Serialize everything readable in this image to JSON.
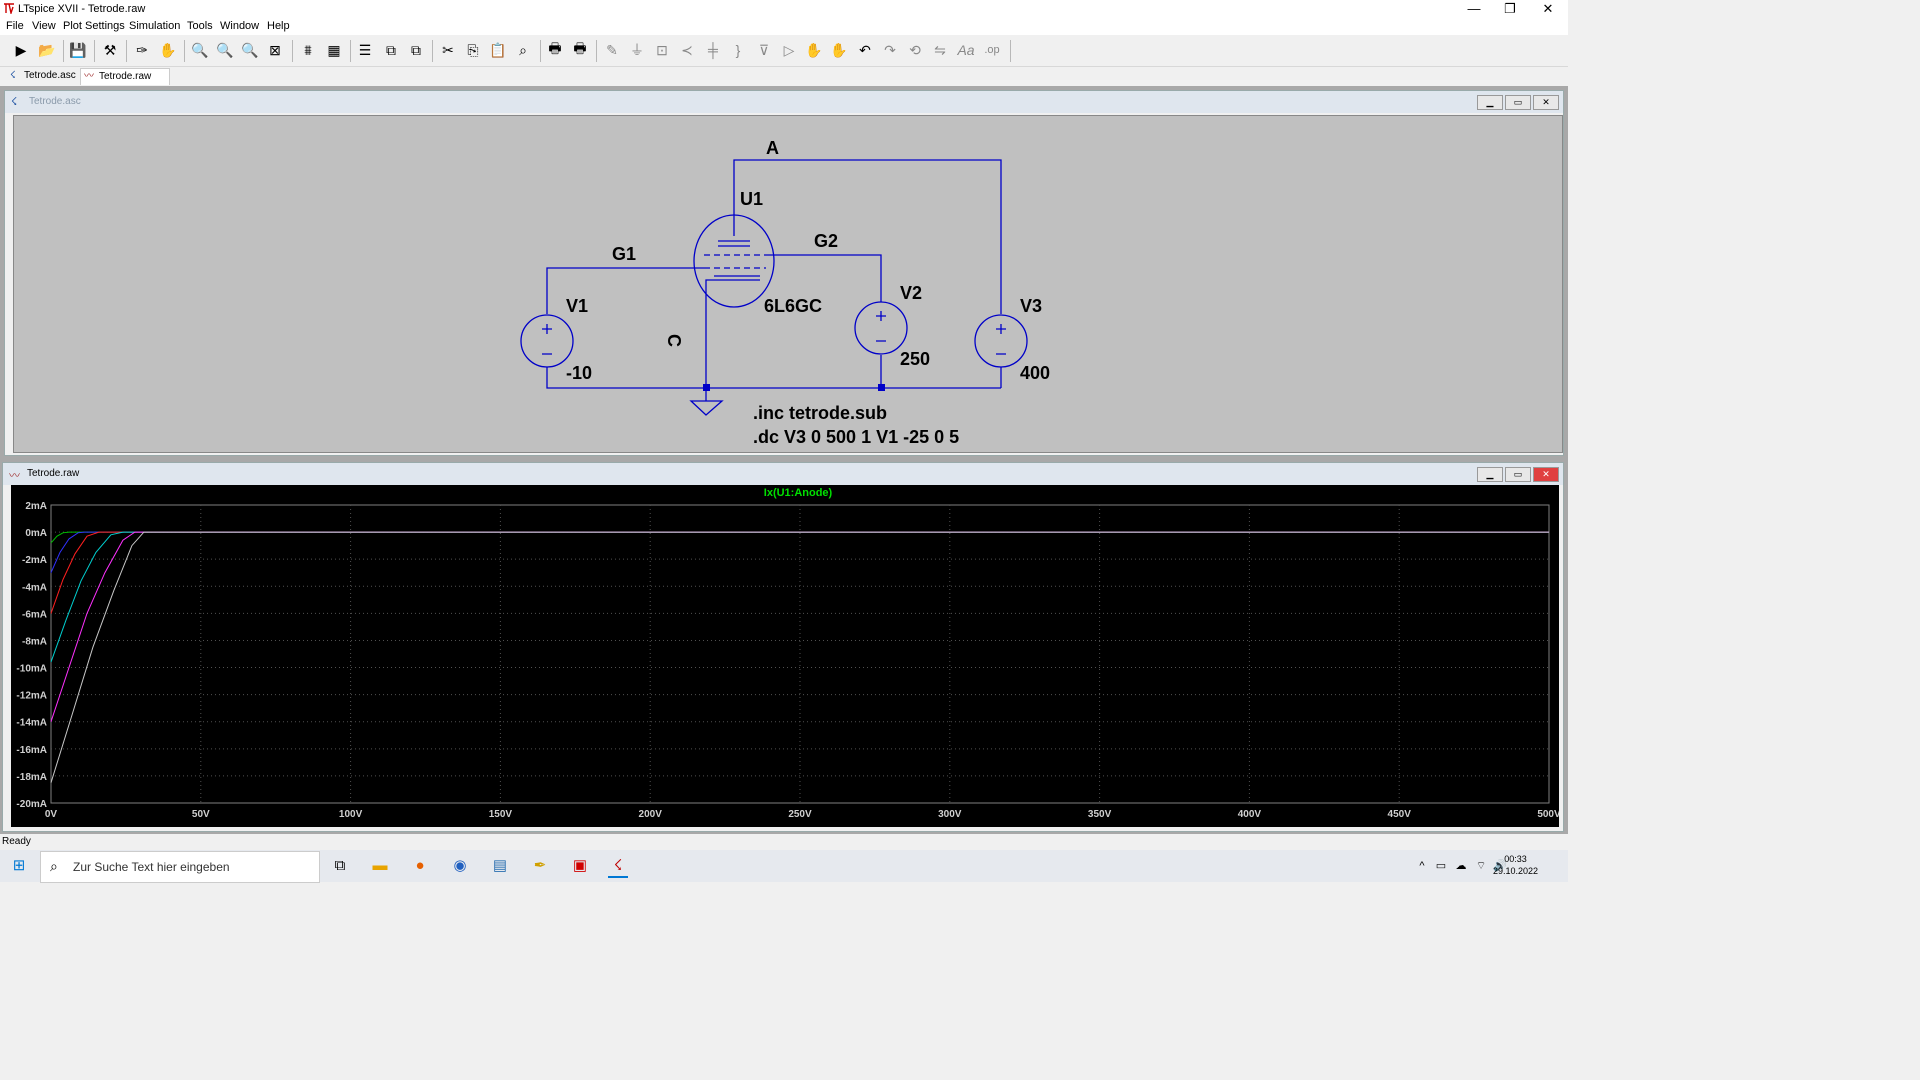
{
  "window": {
    "title": "LTspice XVII - Tetrode.raw",
    "minimize": "—",
    "restore": "❐",
    "close": "✕"
  },
  "menu": [
    "File",
    "View",
    "Plot Settings",
    "Simulation",
    "Tools",
    "Window",
    "Help"
  ],
  "toolbar_icons": [
    "run-icon",
    "open-icon",
    "save-icon",
    "control-panel-icon",
    "probe-icon",
    "pan-icon",
    "zoom-in-icon",
    "zoom-area-icon",
    "zoom-out-icon",
    "zoom-fit-icon",
    "autorange-icon",
    "grid-icon",
    "tile-horizontal-icon",
    "tile-vertical-icon",
    "cascade-icon",
    "cut-icon",
    "copy-icon",
    "paste-icon",
    "find-icon",
    "print-icon",
    "print-preview-icon",
    "wire-icon",
    "ground-icon",
    "label-icon",
    "resistor-icon",
    "capacitor-icon",
    "inductor-icon",
    "diode-icon",
    "component-icon",
    "move-icon",
    "drag-icon",
    "undo-icon",
    "redo-icon",
    "rotate-icon",
    "mirror-icon",
    "text-icon",
    "spice-directive-icon"
  ],
  "tabs": [
    {
      "label": "Tetrode.asc",
      "active": false
    },
    {
      "label": "Tetrode.raw",
      "active": true
    }
  ],
  "schematic_window": {
    "title": "Tetrode.asc",
    "labels": {
      "A": "A",
      "U1": "U1",
      "G1": "G1",
      "G2": "G2",
      "V1": "V1",
      "V2": "V2",
      "V3": "V3",
      "tube": "6L6GC",
      "C": "C",
      "V1_val": "-10",
      "V2_val": "250",
      "V3_val": "400"
    },
    "directives": [
      ".inc tetrode.sub",
      ".dc V3 0 500 1 V1 -25 0 5"
    ]
  },
  "plot_window": {
    "title": "Tetrode.raw"
  },
  "chart_data": {
    "type": "line",
    "title": "Ix(U1:Anode)",
    "title_color": "#00e000",
    "xlabel": "",
    "ylabel": "",
    "xlim": [
      0,
      500
    ],
    "ylim": [
      -20,
      2
    ],
    "x_ticks": [
      "0V",
      "50V",
      "100V",
      "150V",
      "200V",
      "250V",
      "300V",
      "350V",
      "400V",
      "450V",
      "500V"
    ],
    "y_ticks": [
      "2mA",
      "0mA",
      "-2mA",
      "-4mA",
      "-6mA",
      "-8mA",
      "-10mA",
      "-12mA",
      "-14mA",
      "-16mA",
      "-18mA",
      "-20mA"
    ],
    "grid": true,
    "series": [
      {
        "color": "#00c000",
        "x": [
          0,
          2,
          4,
          6,
          8,
          200,
          500
        ],
        "y": [
          -0.8,
          -0.3,
          -0.05,
          0,
          0,
          0,
          0
        ]
      },
      {
        "color": "#3030ff",
        "x": [
          0,
          3,
          6,
          9,
          11,
          200,
          500
        ],
        "y": [
          -3,
          -1.5,
          -0.5,
          -0.05,
          0,
          0,
          0
        ]
      },
      {
        "color": "#ff2020",
        "x": [
          0,
          4,
          8,
          12,
          16,
          200,
          500
        ],
        "y": [
          -6,
          -3.5,
          -1.6,
          -0.3,
          0,
          0,
          0
        ]
      },
      {
        "color": "#00d0d0",
        "x": [
          0,
          5,
          10,
          15,
          20,
          24,
          500
        ],
        "y": [
          -9.6,
          -6.5,
          -3.6,
          -1.5,
          -0.2,
          0,
          0
        ]
      },
      {
        "color": "#ff30ff",
        "x": [
          0,
          6,
          12,
          18,
          24,
          28,
          500
        ],
        "y": [
          -14,
          -10,
          -6,
          -3,
          -0.6,
          0,
          0
        ]
      },
      {
        "color": "#c8c8c8",
        "x": [
          0,
          7,
          14,
          21,
          27,
          31,
          500
        ],
        "y": [
          -18.5,
          -13.5,
          -8.5,
          -4.3,
          -1,
          0,
          0
        ]
      }
    ]
  },
  "status": "Ready",
  "taskbar": {
    "search_placeholder": "Zur Suche Text hier eingeben",
    "time": "00:33",
    "date": "29.10.2022"
  }
}
